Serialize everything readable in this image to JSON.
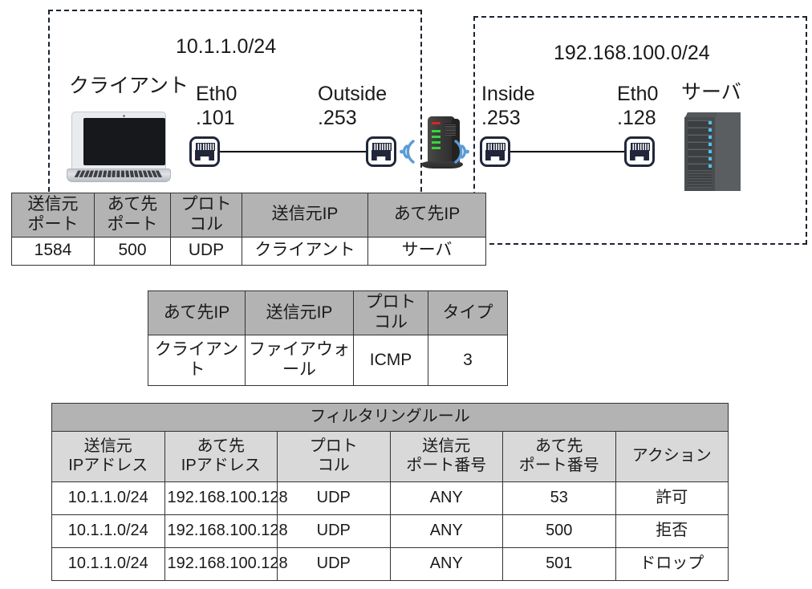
{
  "diagram": {
    "left_subnet": {
      "label": "10.1.1.0/24"
    },
    "right_subnet": {
      "label": "192.168.100.0/24"
    },
    "nodes": {
      "client": {
        "label": "クライアント",
        "icon": "laptop-icon"
      },
      "firewall": {
        "icon": "firewall-router-icon"
      },
      "server": {
        "label": "サーバ",
        "icon": "server-tower-icon"
      }
    },
    "interfaces": [
      {
        "name": "client-eth0",
        "label": "Eth0",
        "address": ".101",
        "icon": "rj45-port-icon"
      },
      {
        "name": "firewall-outside",
        "label": "Outside",
        "address": ".253",
        "icon": "rj45-port-icon"
      },
      {
        "name": "firewall-inside",
        "label": "Inside",
        "address": ".253",
        "icon": "rj45-port-icon"
      },
      {
        "name": "server-eth0",
        "label": "Eth0",
        "address": ".128",
        "icon": "rj45-port-icon"
      }
    ]
  },
  "packet_table": {
    "name": "packet-header-table",
    "headers": [
      "送信元\nポート",
      "あて先\nポート",
      "プロト\nコル",
      "送信元IP",
      "あて先IP"
    ],
    "headers_flat": [
      "送信元ポート",
      "あて先ポート",
      "プロトコル",
      "送信元IP",
      "あて先IP"
    ],
    "h0a": "送信元",
    "h0b": "ポート",
    "h1a": "あて先",
    "h1b": "ポート",
    "h2a": "プロト",
    "h2b": "コル",
    "h3": "送信元IP",
    "h4": "あて先IP",
    "rows": [
      {
        "src_port": "1584",
        "dst_port": "500",
        "protocol": "UDP",
        "src_ip": "クライアント",
        "dst_ip": "サーバ"
      }
    ]
  },
  "icmp_table": {
    "name": "icmp-response-table",
    "headers_flat": [
      "あて先IP",
      "送信元IP",
      "プロトコル",
      "タイプ"
    ],
    "h0": "あて先IP",
    "h1": "送信元IP",
    "h2a": "プロト",
    "h2b": "コル",
    "h3": "タイプ",
    "rows": [
      {
        "dst_ip": "クライアント",
        "src_ip": "ファイアウォール",
        "protocol": "ICMP",
        "type": "3"
      }
    ]
  },
  "rules_table": {
    "name": "filtering-rules-table",
    "title": "フィルタリングルール",
    "headers_flat": [
      "送信元IPアドレス",
      "あて先IPアドレス",
      "プロトコル",
      "送信元ポート番号",
      "あて先ポート番号",
      "アクション"
    ],
    "h0a": "送信元",
    "h0b": "IPアドレス",
    "h1a": "あて先",
    "h1b": "IPアドレス",
    "h2a": "プロト",
    "h2b": "コル",
    "h3a": "送信元",
    "h3b": "ポート番号",
    "h4a": "あて先",
    "h4b": "ポート番号",
    "h5": "アクション",
    "rows": [
      {
        "src_ip": "10.1.1.0/24",
        "dst_ip": "192.168.100.128",
        "protocol": "UDP",
        "src_port": "ANY",
        "dst_port": "53",
        "action": "許可"
      },
      {
        "src_ip": "10.1.1.0/24",
        "dst_ip": "192.168.100.128",
        "protocol": "UDP",
        "src_port": "ANY",
        "dst_port": "500",
        "action": "拒否"
      },
      {
        "src_ip": "10.1.1.0/24",
        "dst_ip": "192.168.100.128",
        "protocol": "UDP",
        "src_port": "ANY",
        "dst_port": "501",
        "action": "ドロップ"
      }
    ]
  },
  "colors": {
    "header_dark": "#b3b3b3",
    "header_light": "#d9d9d9",
    "border": "#333333",
    "dashed_box": "#1b2430",
    "wifi_arc": "#5b9bd5",
    "server_led": "#4fc3f0",
    "led_green": "#35d63a",
    "led_red": "#e02020"
  }
}
